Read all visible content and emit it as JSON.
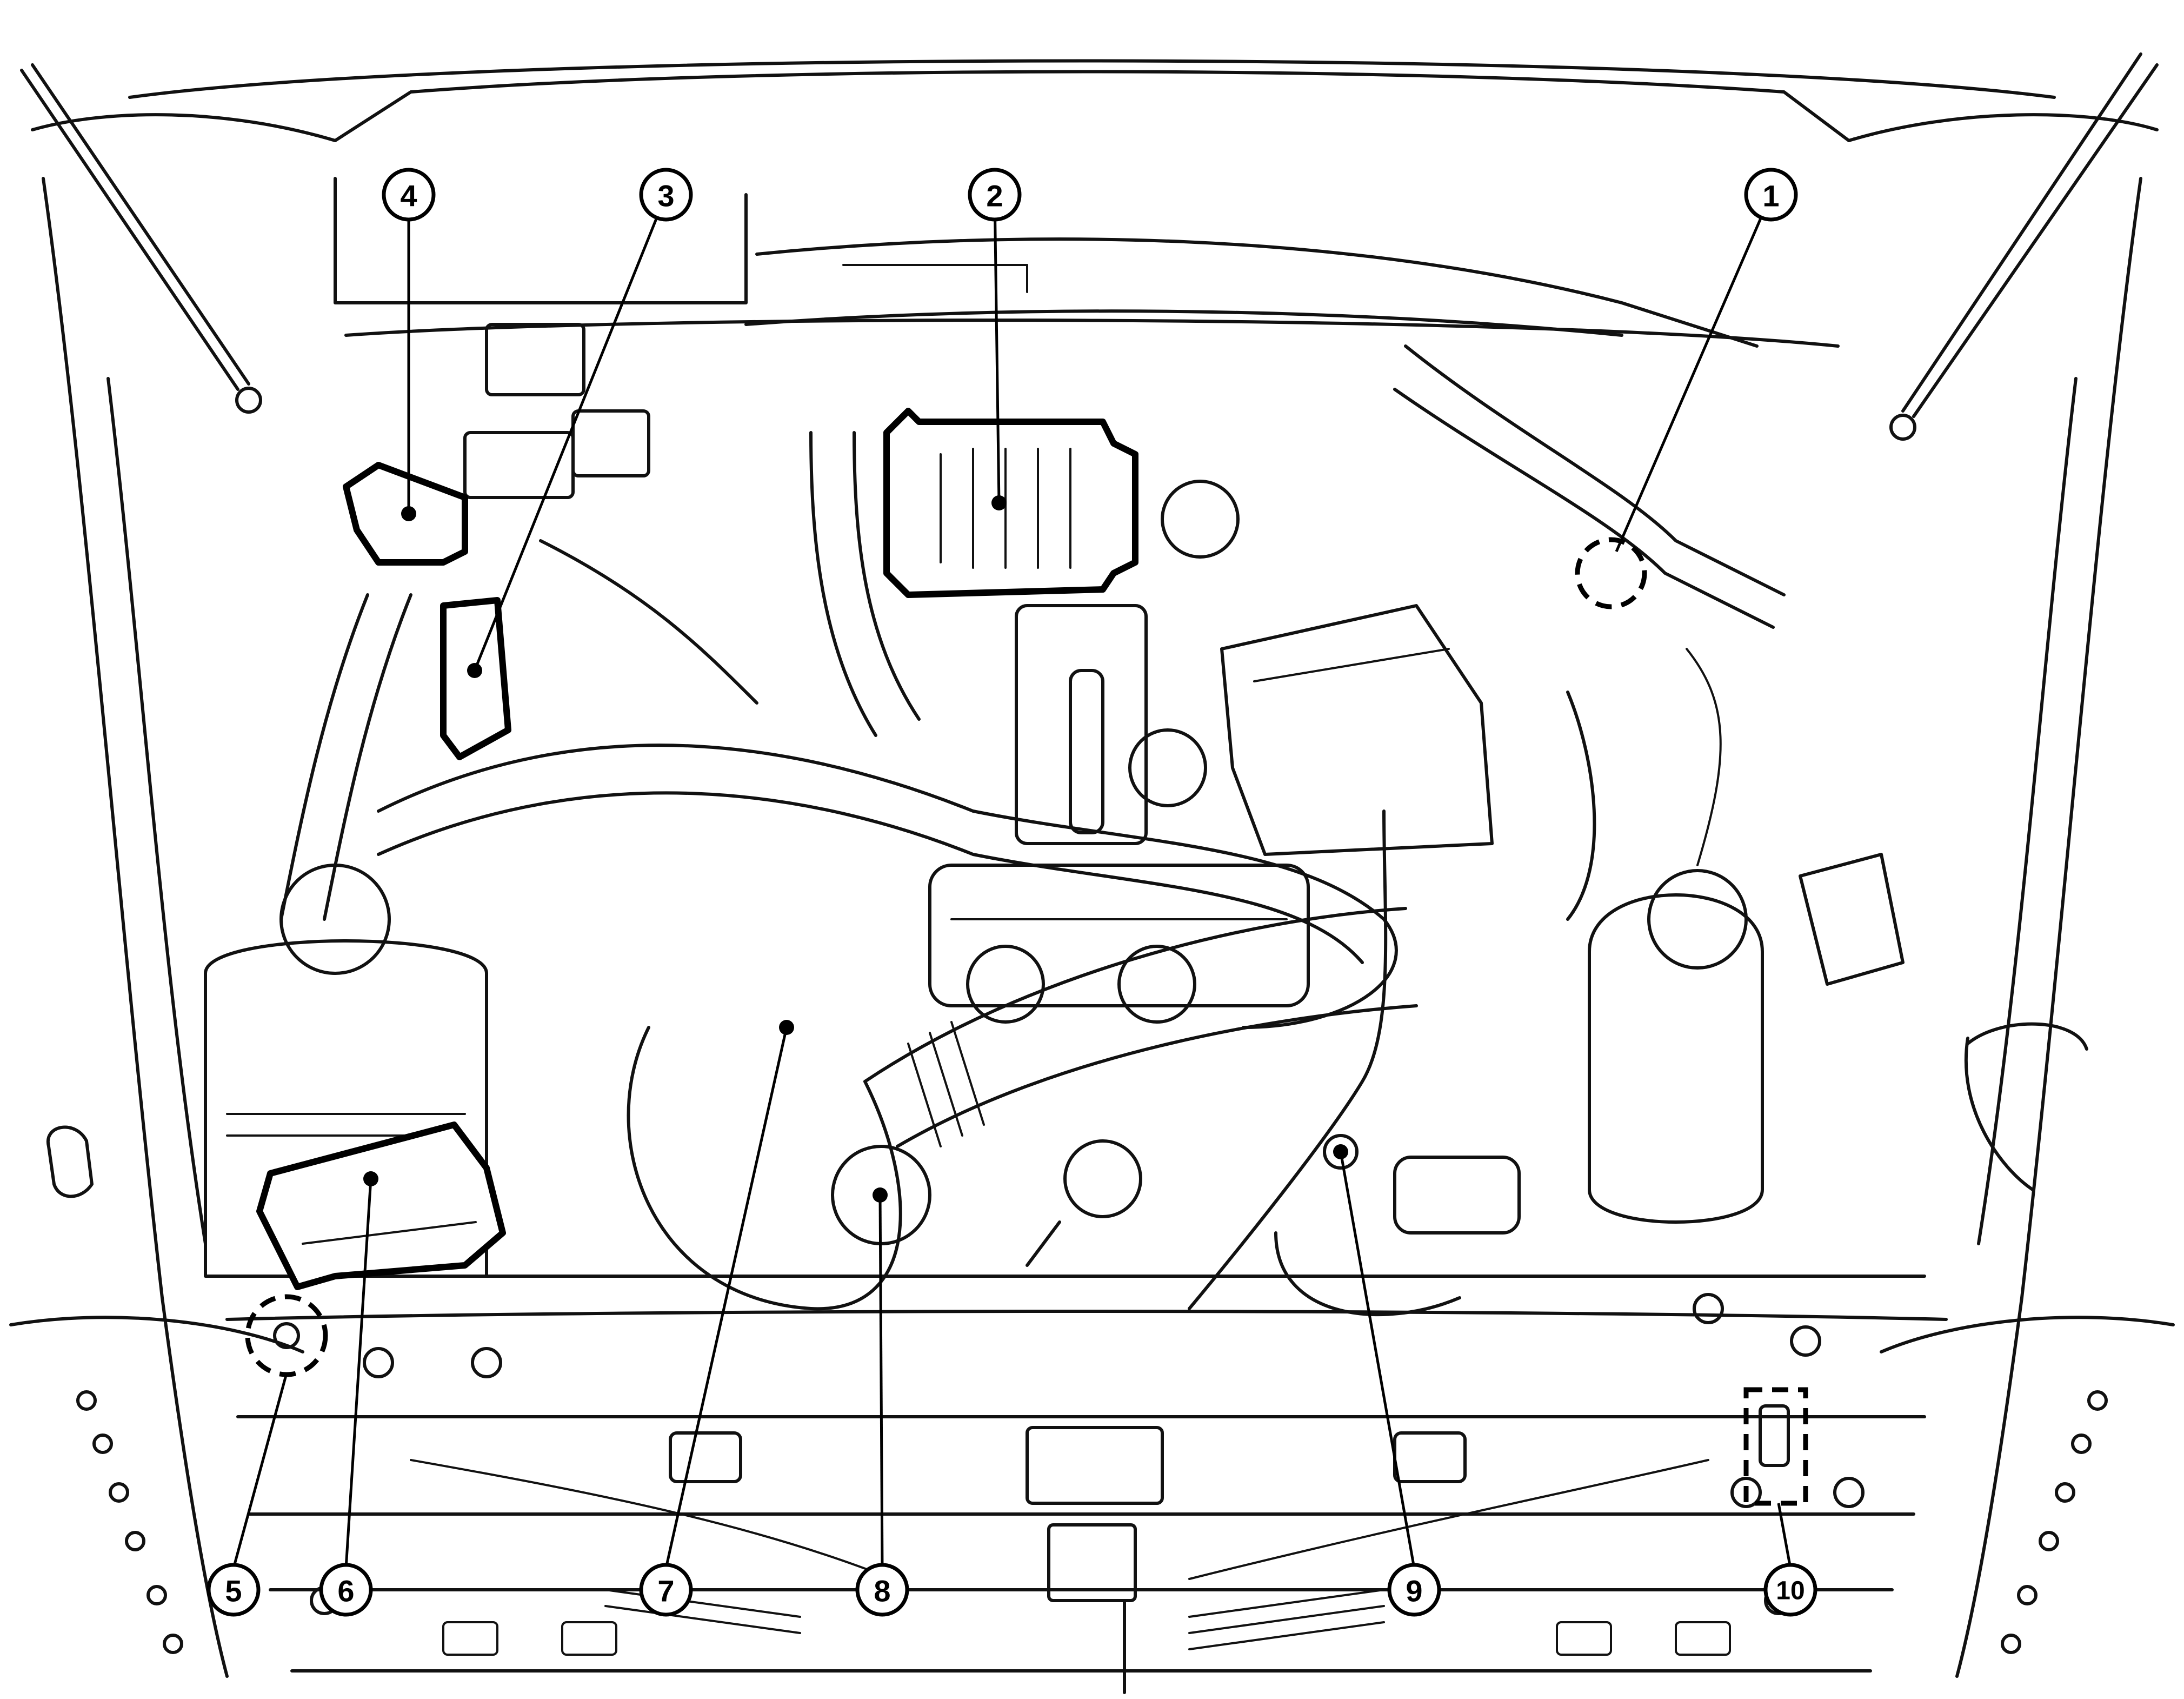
{
  "callouts": [
    {
      "id": 1,
      "label": "1"
    },
    {
      "id": 2,
      "label": "2"
    },
    {
      "id": 3,
      "label": "3"
    },
    {
      "id": 4,
      "label": "4"
    },
    {
      "id": 5,
      "label": "5"
    },
    {
      "id": 6,
      "label": "6"
    },
    {
      "id": 7,
      "label": "7"
    },
    {
      "id": 8,
      "label": "8"
    },
    {
      "id": 9,
      "label": "9"
    },
    {
      "id": 10,
      "label": "10"
    }
  ],
  "colors": {
    "line": "#111111",
    "background": "#ffffff"
  }
}
